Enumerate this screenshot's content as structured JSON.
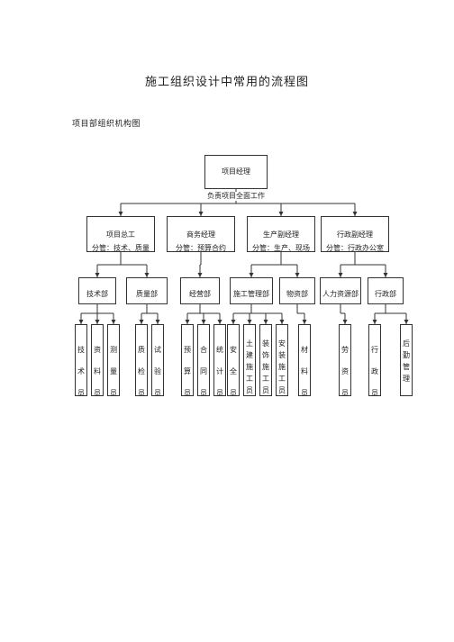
{
  "title": "施工组织设计中常用的流程图",
  "subtitle": "项目部组织机构图",
  "root": {
    "label": "项目经理",
    "note": "负责项目全面工作"
  },
  "managers": [
    {
      "label": "项目总工",
      "note": "分管：技术、质量"
    },
    {
      "label": "商务经理",
      "note": "分管：预算合约"
    },
    {
      "label": "生产副经理",
      "note": "分管：生产、现场"
    },
    {
      "label": "行政副经理",
      "note": "分管：行政办公室"
    }
  ],
  "departments": [
    "技术部",
    "质量部",
    "经营部",
    "施工管理部",
    "物资部",
    "人力资源部",
    "行政部"
  ],
  "staff": [
    "技术员",
    "资料员",
    "测量员",
    "质检员",
    "试验员",
    "预算员",
    "合同员",
    "统计员",
    "安全员",
    "土建施工员",
    "装饰施工员",
    "安装施工员",
    "材料员",
    "劳资员",
    "行政员",
    "后勤管理"
  ]
}
